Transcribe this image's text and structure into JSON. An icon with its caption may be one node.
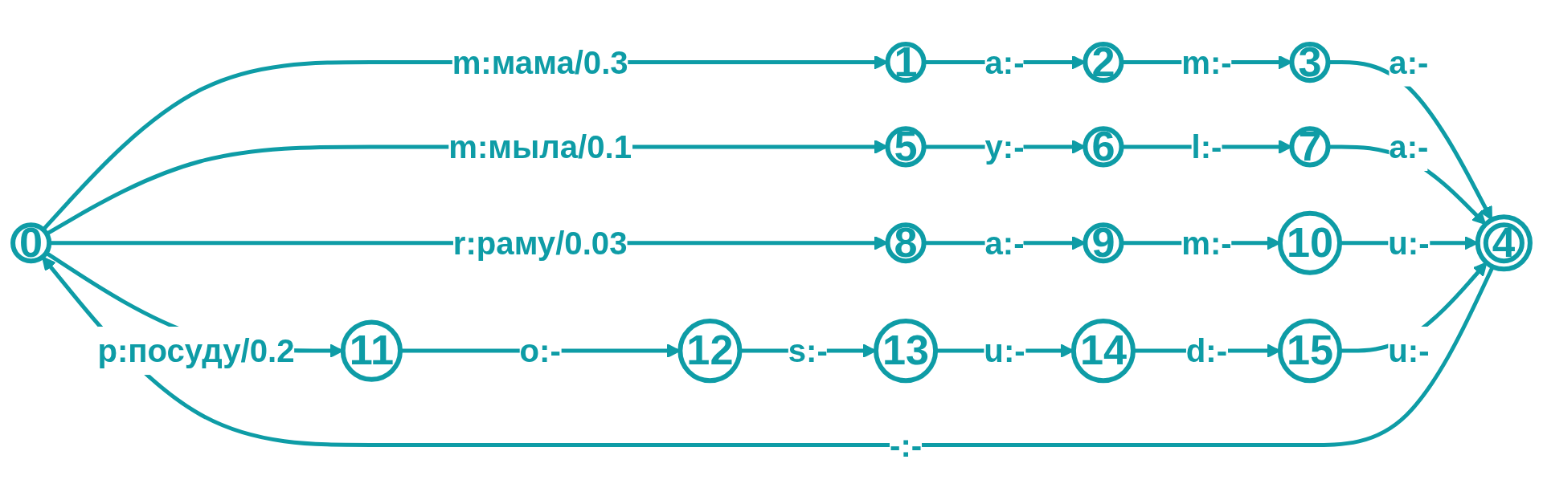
{
  "diagram": {
    "nodes": [
      {
        "text": [
          "0"
        ]
      },
      {
        "text": [
          "1"
        ]
      },
      {
        "text": [
          "2"
        ]
      },
      {
        "text": [
          "3"
        ]
      },
      {
        "text": [
          "4"
        ]
      },
      {
        "text": [
          "5"
        ]
      },
      {
        "text": [
          "6"
        ]
      },
      {
        "text": [
          "7"
        ]
      },
      {
        "text": [
          "8"
        ]
      },
      {
        "text": [
          "9"
        ]
      },
      {
        "text": [
          "10"
        ]
      },
      {
        "text": [
          "11"
        ]
      },
      {
        "text": [
          "12"
        ]
      },
      {
        "text": [
          "13"
        ]
      },
      {
        "text": [
          "14"
        ]
      },
      {
        "text": [
          "15"
        ]
      }
    ],
    "edges": [
      {
        "from": 0,
        "to": 1,
        "arrow": "to",
        "label": "m:мама/0.3"
      },
      {
        "from": 1,
        "to": 2,
        "arrow": "to",
        "label": "a:-"
      },
      {
        "from": 2,
        "to": 3,
        "arrow": "to",
        "label": "m:-"
      },
      {
        "from": 3,
        "to": 4,
        "arrow": "to",
        "label": "a:-"
      },
      {
        "from": 0,
        "to": 5,
        "arrow": "to",
        "label": "m:мыла/0.1"
      },
      {
        "from": 5,
        "to": 6,
        "arrow": "to",
        "label": "y:-"
      },
      {
        "from": 6,
        "to": 7,
        "arrow": "to",
        "label": "l:-"
      },
      {
        "from": 7,
        "to": 4,
        "arrow": "to",
        "label": "a:-"
      },
      {
        "from": 0,
        "to": 8,
        "arrow": "to",
        "label": "r:раму/0.03"
      },
      {
        "from": 8,
        "to": 9,
        "arrow": "to",
        "label": "a:-"
      },
      {
        "from": 9,
        "to": 10,
        "arrow": "to",
        "label": "m:-"
      },
      {
        "from": 10,
        "to": 4,
        "arrow": "to",
        "label": "u:-"
      },
      {
        "from": 0,
        "to": 11,
        "arrow": "to",
        "label": "p:посуду/0.2"
      },
      {
        "from": 11,
        "to": 12,
        "arrow": "to",
        "label": "o:-"
      },
      {
        "from": 12,
        "to": 13,
        "arrow": "to",
        "label": "s:-"
      },
      {
        "from": 13,
        "to": 14,
        "arrow": "to",
        "label": "u:-"
      },
      {
        "from": 14,
        "to": 15,
        "arrow": "to",
        "label": "d:-"
      },
      {
        "from": 15,
        "to": 4,
        "arrow": "to",
        "label": "u:-"
      },
      {
        "from": 4,
        "to": 0,
        "arrow": "to",
        "label": "-:-"
      }
    ]
  }
}
